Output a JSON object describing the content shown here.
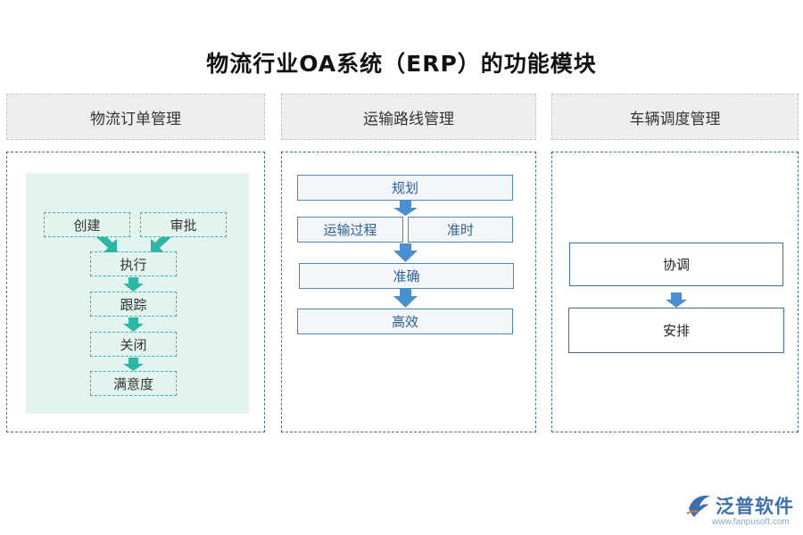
{
  "title": "物流行业OA系统（ERP）的功能模块",
  "columns": [
    {
      "header": "物流订单管理",
      "nodes": [
        "创建",
        "审批",
        "执行",
        "跟踪",
        "关闭",
        "满意度"
      ]
    },
    {
      "header": "运输路线管理",
      "nodes": [
        "规划",
        "运输过程",
        "准时",
        "准确",
        "高效"
      ]
    },
    {
      "header": "车辆调度管理",
      "nodes": [
        "协调",
        "安排"
      ]
    }
  ],
  "colors": {
    "green_arrow": "#2fb5a3",
    "blue_arrow": "#4a90d0",
    "panel_border": "#3f6f99",
    "header_bg": "#eeeeee"
  },
  "logo": {
    "name": "泛普软件",
    "url": "www.fanpusoft.com"
  }
}
